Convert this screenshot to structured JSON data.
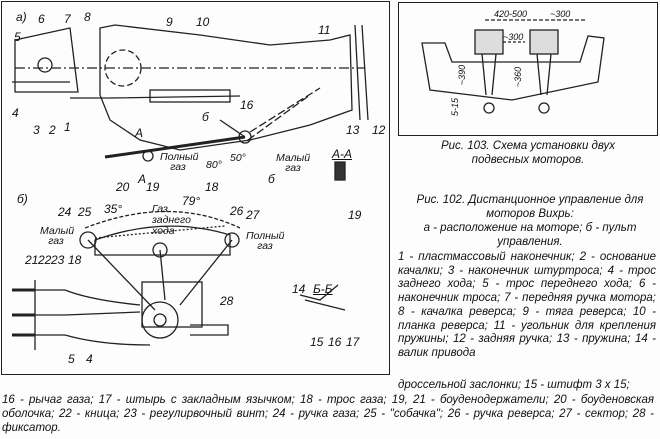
{
  "fig102": {
    "part_a": {
      "panel_label": "а)",
      "labels": [
        "6",
        "7",
        "8",
        "5",
        "9",
        "10",
        "11",
        "4",
        "3",
        "2",
        "1",
        "16",
        "б",
        "13",
        "12",
        "А",
        "А",
        "20",
        "19",
        "18",
        "б",
        "А-А",
        "19"
      ],
      "full_throttle": "Полный газ",
      "idle": "Малый газ",
      "angle_80": "80°",
      "angle_50": "50°"
    },
    "part_b": {
      "panel_label": "б)",
      "labels": [
        "24",
        "25",
        "26",
        "27",
        "21",
        "22",
        "23",
        "18",
        "28",
        "5",
        "4",
        "14",
        "15",
        "16",
        "17"
      ],
      "section": "Б-Б",
      "angle_35": "35°",
      "angle_79": "79°",
      "reverse_throttle": "Газ заднего хода",
      "idle": "Малый газ",
      "full_throttle": "Полный газ"
    },
    "caption_title": "Рис. 102. Дистанционное управление для моторов Вихрь:",
    "caption_sub": "а - расположение на моторе; б - пульт управления.",
    "legend_right": "1 - пластмассовый наконечник; 2 - основание качалки; 3 - наконечник штуртроса; 4 - трос заднего хода; 5 - трос переднего хода; 6 - наконечник троса; 7 - передняя ручка мотора; 8 - качалка реверса; 9 - тяга реверса; 10 - планка реверса; 11 - угольник для крепления пружины; 12 - задняя ручка; 13 - пружина; 14 - валик привода",
    "legend_bottom_first": "дроссельной заслонки; 15 - штифт 3 х 15;",
    "legend_bottom": "16 - рычаг газа; 17 - штырь с закладным язычком; 18 - трос газа; 19, 21 - боуденодержатели; 20 - боуденовская оболочка; 22 - кница; 23 - регулирвочный винт; 24 - ручка газа; 25 - \"собачка\"; 26 - ручка реверса; 27 - сектор; 28 - фиксатор."
  },
  "fig103": {
    "dims": [
      "420-500",
      "~300",
      "~300",
      "~390",
      "~360",
      "5-15"
    ],
    "caption": "Рис. 103. Схема установки двух подвесных моторов."
  }
}
